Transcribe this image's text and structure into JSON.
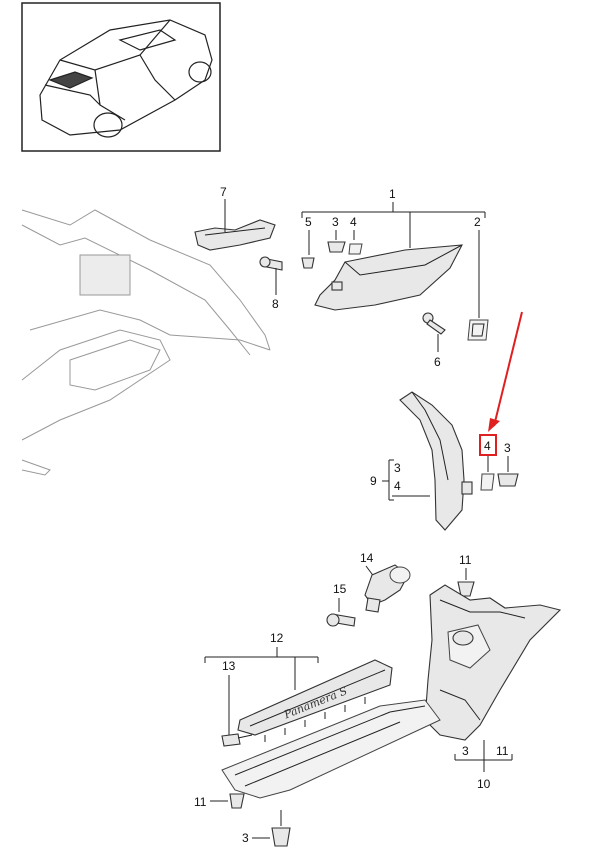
{
  "callouts": {
    "c1": "1",
    "c2": "2",
    "c3a": "3",
    "c4a": "4",
    "c5": "5",
    "c6": "6",
    "c7": "7",
    "c8": "8",
    "c4b": "4",
    "c3b": "3",
    "c9": "9",
    "c9_3": "3",
    "c9_4": "4",
    "c11a": "11",
    "c14": "14",
    "c15": "15",
    "c12": "12",
    "c13": "13",
    "c10_3": "3",
    "c10_11": "11",
    "c10": "10",
    "c11b": "11",
    "c3c": "3"
  },
  "model_script": "Panamera S",
  "colors": {
    "highlight": "#e02020",
    "line": "#222222",
    "part_fill": "#e8e8e8"
  }
}
